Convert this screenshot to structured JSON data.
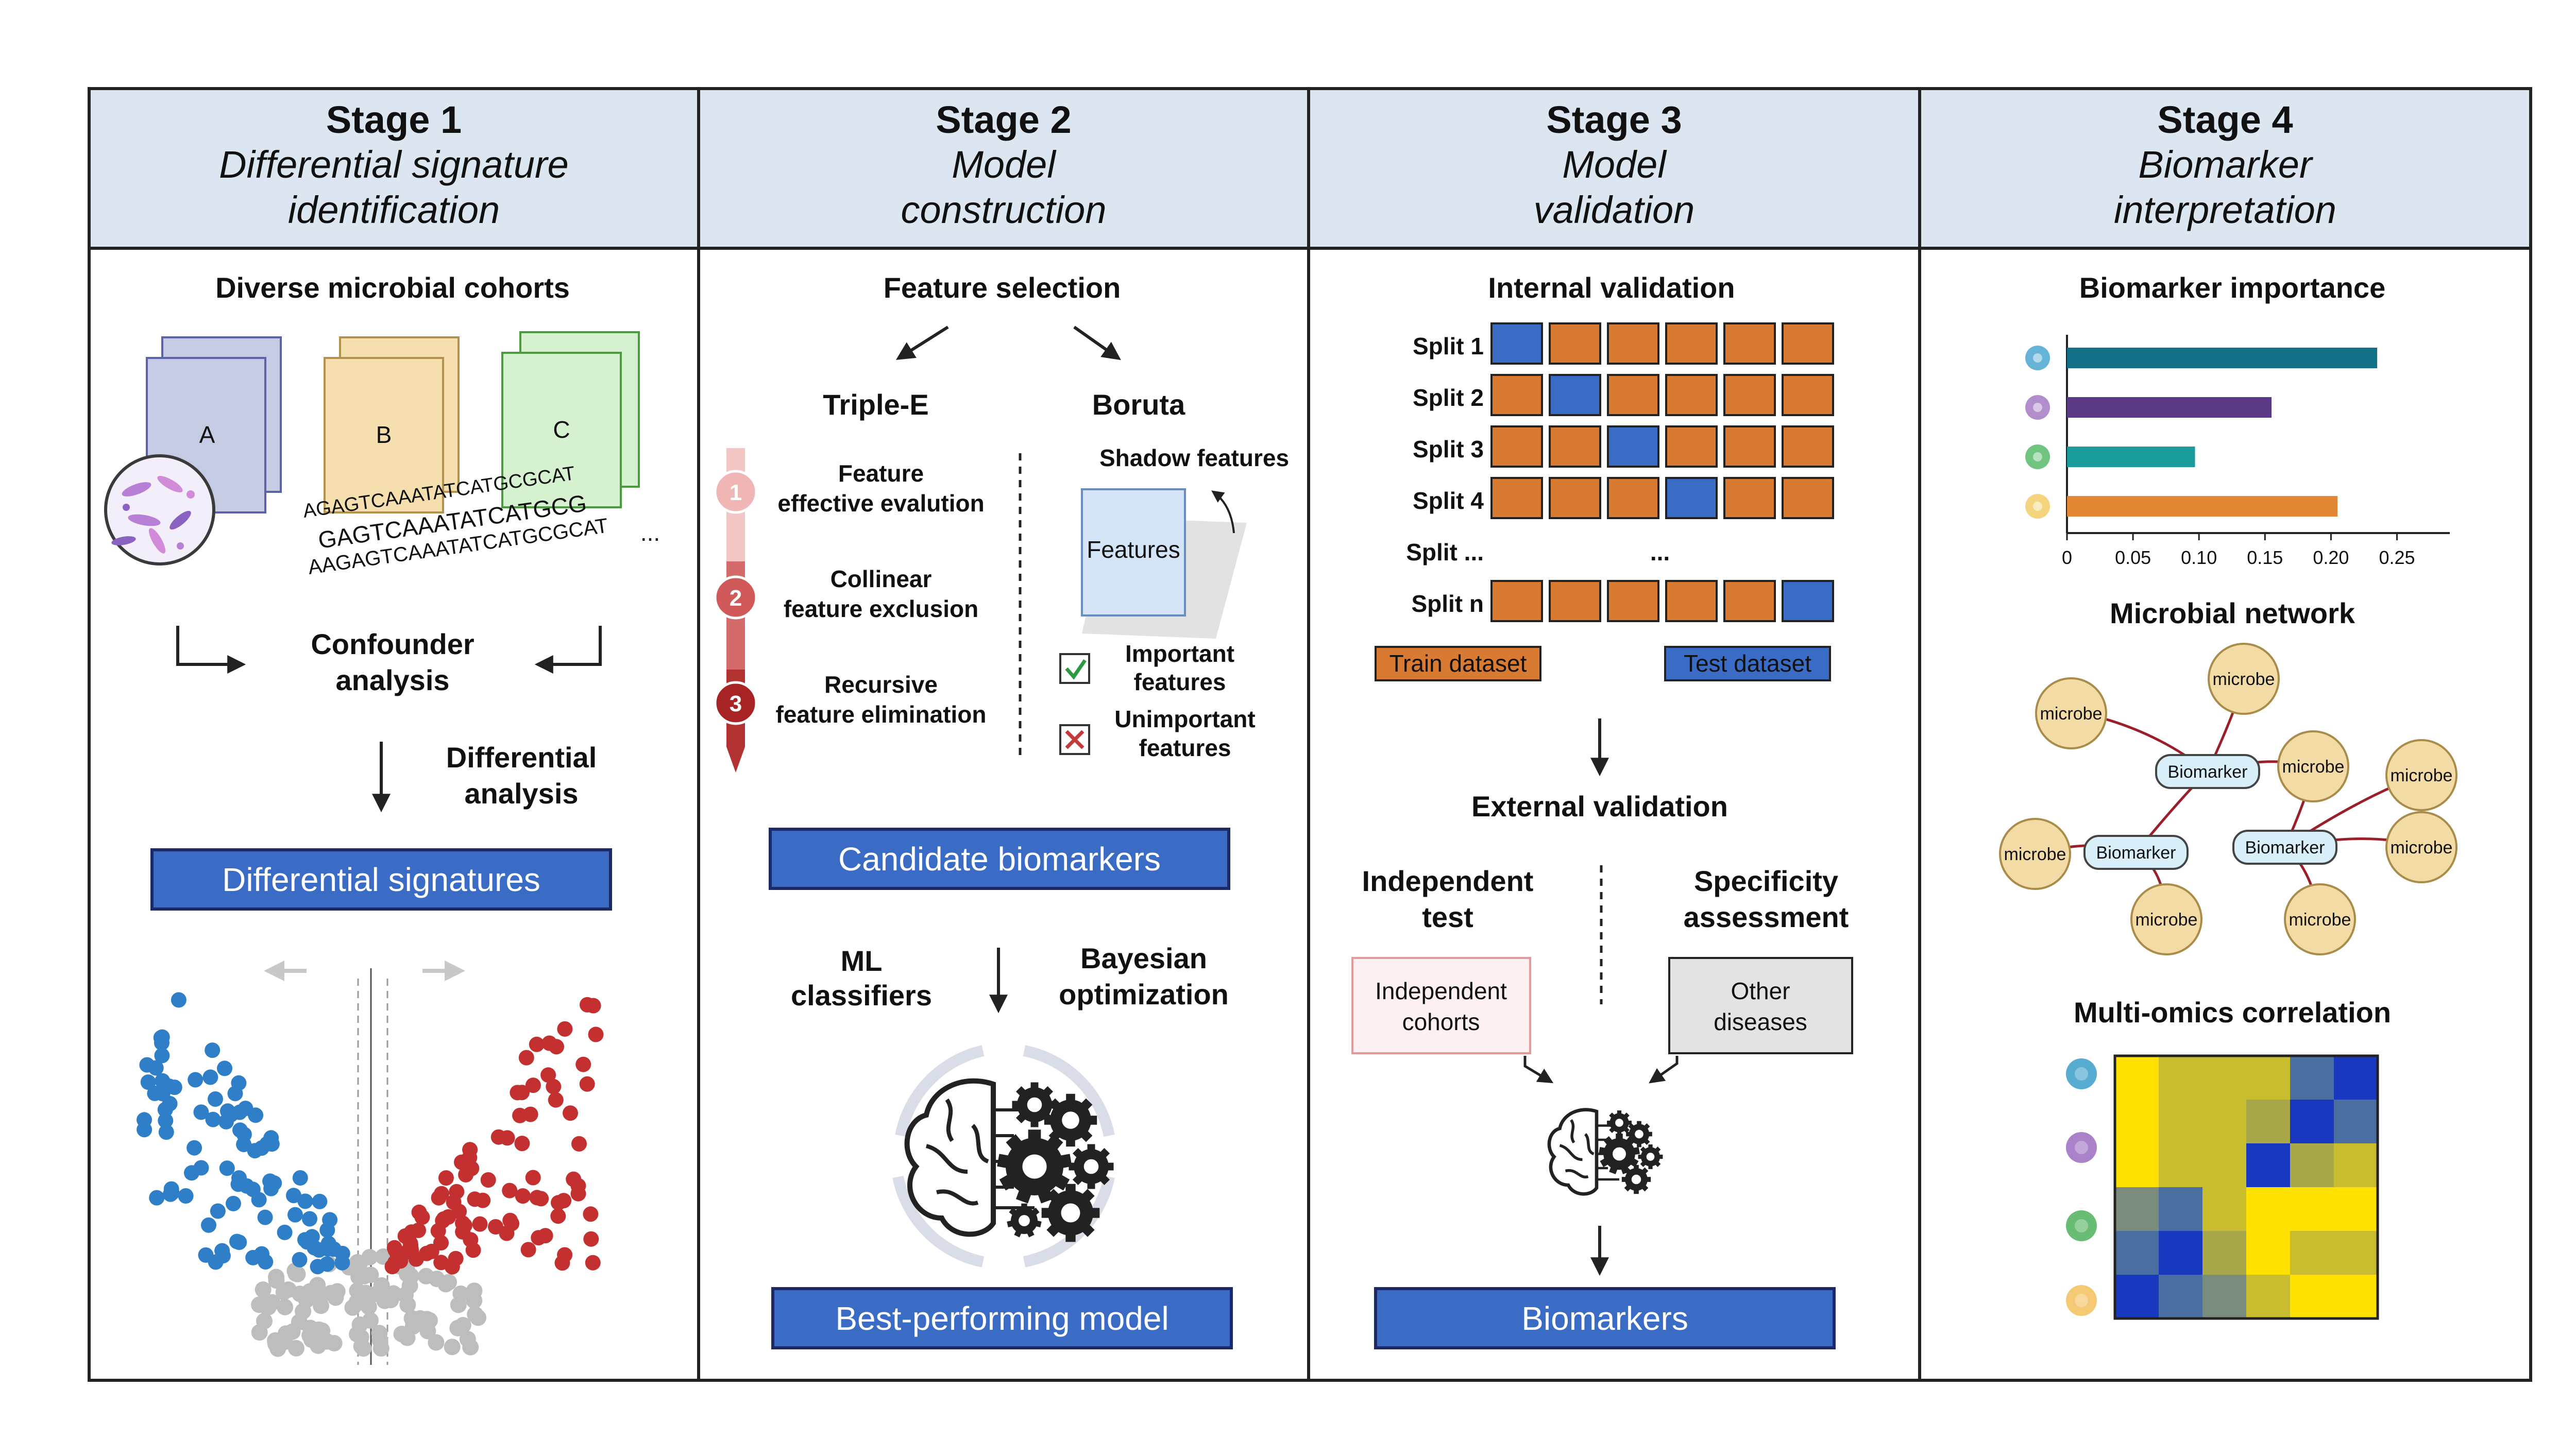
{
  "stages": [
    {
      "title": "Stage 1",
      "subtitle_lines": [
        "Differential signature",
        "identification"
      ]
    },
    {
      "title": "Stage  2",
      "subtitle_lines": [
        "Model",
        "construction"
      ]
    },
    {
      "title": "Stage 3",
      "subtitle_lines": [
        "Model",
        "validation"
      ]
    },
    {
      "title": "Stage 4",
      "subtitle_lines": [
        "Biomarker",
        "interpretation"
      ]
    }
  ],
  "stage1": {
    "cohorts_title": "Diverse microbial cohorts",
    "cohorts": [
      "A",
      "B",
      "C"
    ],
    "more": "...",
    "dna_lines": [
      "AGAGTCAAATATCATGCGCAT",
      "GAGTCAAATATCATGCG",
      "AAGAGTCAAATATCATGCGCAT"
    ],
    "confounder_lines": [
      "Confounder",
      "analysis"
    ],
    "differential_lines": [
      "Differential",
      "analysis"
    ],
    "result_button": "Differential signatures"
  },
  "stage2": {
    "feature_selection": "Feature selection",
    "triple_e": "Triple-E",
    "boruta": "Boruta",
    "steps": [
      {
        "num": "1",
        "lines": [
          "Feature",
          "effective evalution"
        ]
      },
      {
        "num": "2",
        "lines": [
          "Collinear",
          "feature exclusion"
        ]
      },
      {
        "num": "3",
        "lines": [
          "Recursive",
          "feature elimination"
        ]
      }
    ],
    "shadow_features": "Shadow features",
    "features_box": "Features",
    "important_lines": [
      "Important",
      "features"
    ],
    "unimportant_lines": [
      "Unimportant",
      "features"
    ],
    "candidate_button": "Candidate biomarkers",
    "ml_lines": [
      "ML",
      "classifiers"
    ],
    "bayes_lines": [
      "Bayesian",
      "optimization"
    ],
    "best_button": "Best-performing model"
  },
  "stage3": {
    "internal_title": "Internal validation",
    "split_labels": [
      "Split 1",
      "Split 2",
      "Split 3",
      "Split 4",
      "Split ...",
      "Split n"
    ],
    "dots": "...",
    "test_positions": [
      0,
      1,
      2,
      3,
      null,
      5
    ],
    "train_label": "Train dataset",
    "test_label": "Test dataset",
    "external_title": "External validation",
    "independent_test_lines": [
      "Independent",
      "test"
    ],
    "specificity_lines": [
      "Specificity",
      "assessment"
    ],
    "independent_cohorts_lines": [
      "Independent",
      "cohorts"
    ],
    "other_diseases_lines": [
      "Other",
      "diseases"
    ],
    "biomarkers_button": "Biomarkers"
  },
  "stage4": {
    "importance_title": "Biomarker importance",
    "network_title": "Microbial network",
    "correlation_title": "Multi-omics correlation",
    "network_nodes": {
      "microbe": "microbe",
      "biomarker": "Biomarker"
    }
  },
  "chart_data": [
    {
      "type": "bar",
      "orientation": "horizontal",
      "series_colors": [
        "#127087",
        "#5b3a85",
        "#1b9c9c",
        "#e28733"
      ],
      "values": [
        0.235,
        0.155,
        0.097,
        0.205
      ],
      "xlim": [
        0,
        0.29
      ],
      "xticks": [
        "0",
        "0.05",
        "0.10",
        "0.15",
        "0.20",
        "0.25"
      ],
      "xtick_values": [
        0,
        0.05,
        0.1,
        0.15,
        0.2,
        0.25
      ],
      "marker_colors": [
        "#4aa6d0",
        "#a37ac2",
        "#58b86a",
        "#f3cc6a"
      ]
    },
    {
      "type": "heatmap",
      "rows": 6,
      "cols": 6,
      "colors": {
        "Y": "#ffe000",
        "y": "#c8bd2e",
        "g": "#a8a84a",
        "G": "#7a8c7e",
        "m": "#4a6fa0",
        "B": "#1938c0",
        "b": "#2a52b8"
      },
      "matrix": [
        [
          "Y",
          "y",
          "y",
          "y",
          "m",
          "B"
        ],
        [
          "Y",
          "y",
          "y",
          "g",
          "B",
          "m"
        ],
        [
          "Y",
          "y",
          "y",
          "B",
          "g",
          "y"
        ],
        [
          "G",
          "m",
          "y",
          "Y",
          "Y",
          "Y"
        ],
        [
          "m",
          "B",
          "g",
          "Y",
          "y",
          "y"
        ],
        [
          "B",
          "m",
          "G",
          "y",
          "Y",
          "Y"
        ]
      ],
      "marker_colors": [
        "#3a9ec9",
        "#9a6cc0",
        "#4fb05a",
        "#f3c05a"
      ]
    },
    {
      "type": "scatter",
      "name": "volcano",
      "colors": {
        "down": "#2f7fc8",
        "up": "#c43030",
        "ns": "#bdbdbd"
      }
    }
  ]
}
